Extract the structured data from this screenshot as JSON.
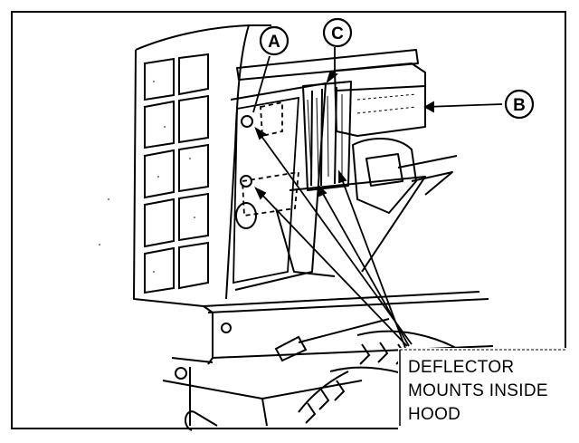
{
  "callouts": {
    "a": "A",
    "b": "B",
    "c": "C"
  },
  "caption": {
    "line1": "DEFLECTOR",
    "line2": "MOUNTS INSIDE",
    "line3": "HOOD"
  }
}
